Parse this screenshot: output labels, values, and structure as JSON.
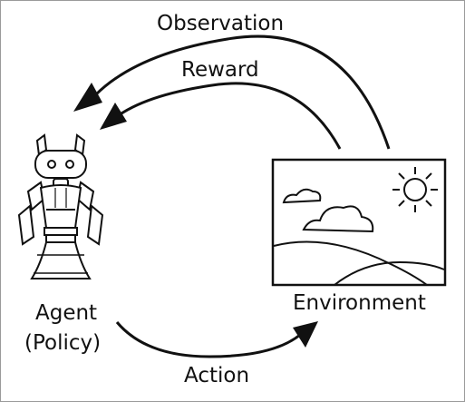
{
  "diagram": {
    "arrows": {
      "observation_label": "Observation",
      "reward_label": "Reward",
      "action_label": "Action"
    },
    "agent": {
      "label": "Agent",
      "sublabel": "(Policy)",
      "icon": "robot-icon"
    },
    "environment": {
      "label": "Environment",
      "icon": "landscape-icon"
    }
  },
  "colors": {
    "stroke": "#111111",
    "border": "#9a9a9a",
    "background": "#ffffff"
  }
}
